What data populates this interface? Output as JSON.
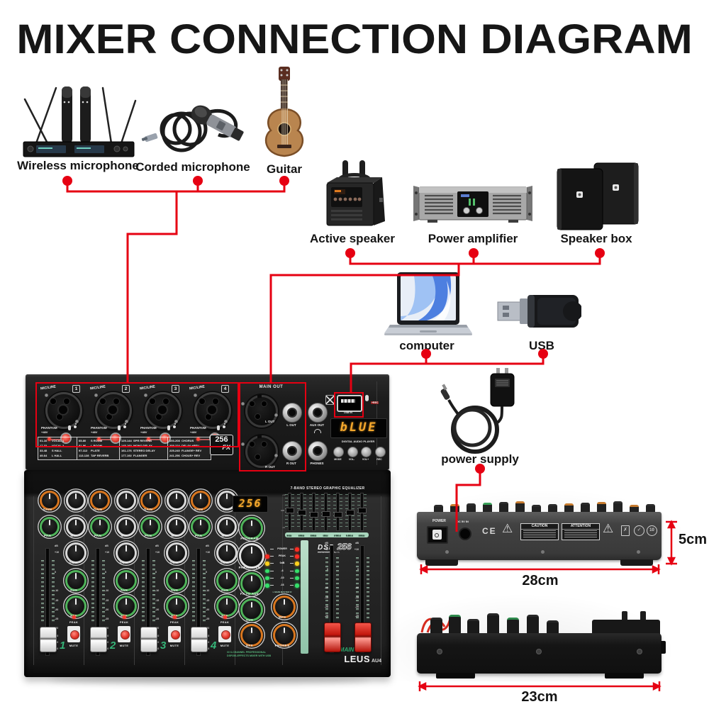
{
  "title": "MIXER CONNECTION DIAGRAM",
  "colors": {
    "wire_red": "#e60012",
    "display_amber": "#f6a82c",
    "knob_orange": "#d8761f",
    "knob_green": "#4fb35a",
    "knob_silver": "#d8d8d8",
    "mint": "#a9d6bd",
    "channel_number_green": "#35b478"
  },
  "devices": {
    "wireless_mic": {
      "label": "Wireless microphone"
    },
    "corded_mic": {
      "label": "Corded microphone"
    },
    "guitar": {
      "label": "Guitar"
    },
    "active_speaker": {
      "label": "Active speaker"
    },
    "power_amplifier": {
      "label": "Power amplifier"
    },
    "speaker_box": {
      "label": "Speaker box"
    },
    "computer": {
      "label": "computer"
    },
    "usb": {
      "label": "USB"
    },
    "power_supply": {
      "label": "power supply"
    }
  },
  "mixer": {
    "top": {
      "mic_line_label": "MIC/LINE",
      "channel_numbers": [
        "1",
        "2",
        "3",
        "4"
      ],
      "phantom_label": "PHANTOM",
      "phantom_voltage": "+48V",
      "fx_table": [
        [
          [
            "01-16",
            "VOCAL 1"
          ],
          [
            "17-32",
            "VOCAL 2"
          ],
          [
            "33-48",
            "S HALL"
          ],
          [
            "49-64",
            "L HALL"
          ]
        ],
        [
          [
            "65-80",
            "S ROOM"
          ],
          [
            "81-96",
            "L ROOM"
          ],
          [
            "97-112",
            "PLATE"
          ],
          [
            "113-128",
            "TAP REVERB"
          ]
        ],
        [
          [
            "129-144",
            "SPR REVERB"
          ],
          [
            "145-160",
            "MONO DELAY"
          ],
          [
            "161-176",
            "STEREO DELAY"
          ],
          [
            "177-192",
            "FLANGER"
          ]
        ],
        [
          [
            "193-208",
            "CHORUS"
          ],
          [
            "209-224",
            "DELAY +REV"
          ],
          [
            "225-240",
            "FLANGE+ REV"
          ],
          [
            "241-256",
            "CHOUS+ REV"
          ]
        ]
      ],
      "fx_badge_number": "256",
      "fx_badge_label": "FX",
      "main_out_label": "MAIN OUT",
      "xlr_left_label": "L OUT",
      "xlr_right_label": "R OUT",
      "jack_left_label": "L OUT",
      "jack_right_label": "R OUT",
      "aux_out_label": "AUX OUT",
      "phones_label": "PHONES",
      "usb_in_label": "USB IN",
      "rec_label": "+REC",
      "display_text": "bLUE",
      "player_label": "DIGITAL AUDIO PLAYER",
      "player_buttons": [
        "MODE",
        "VOL-",
        "VOL+",
        "REC"
      ]
    },
    "front": {
      "display_text": "256",
      "knob_labels": {
        "gain": "GAIN",
        "hi": "HI",
        "pan": "PAN",
        "mid": "MID",
        "low": "LOW",
        "aux": "AUX",
        "eff": "EFF"
      },
      "peak_label": "PEAK",
      "mute_label": "MUTE",
      "db_label": "dB",
      "fader_scale": [
        "+10",
        "0",
        "-10",
        "-15",
        "-20",
        "-25",
        "-30",
        "-40",
        "-50",
        "-60"
      ],
      "channel_numbers": [
        "1",
        "2",
        "3",
        "4"
      ],
      "center": {
        "program": "PROGRAM",
        "parameter": "PARAMETER",
        "fx_to_aux": "FX TO AUX",
        "aux": "AUX",
        "efx": "EFX",
        "footer_line1": "6-CHANNEL PROFESSIONAL",
        "footer_line2": "DSP256-EFFECTS MIXER WITH USB"
      },
      "eq": {
        "title": "7-BAND STEREO GRAPHIC EQUALIZER",
        "freqs": [
          "63Hz",
          "160Hz",
          "400Hz",
          "1KHz",
          "2.5KHz",
          "6.3KHz",
          "16KHz"
        ],
        "scale": [
          "+12",
          "0dB",
          "-12"
        ]
      },
      "dsp_logo": {
        "name": "DSP",
        "sub": "DIGITAL MULTI-EFFECTS",
        "number": "256"
      },
      "meter": {
        "rows": [
          {
            "label": "POWER",
            "color": "#ff2d23",
            "left_led": false
          },
          {
            "label": "PEAK",
            "color": "#ff2d23",
            "left_led": true
          },
          {
            "label": "0dB",
            "color": "#ffd21e",
            "left_led": true
          },
          {
            "label": "-6",
            "color": "#35e06a",
            "left_led": true
          },
          {
            "label": "-10",
            "color": "#35e06a",
            "left_led": true
          },
          {
            "label": "-16",
            "color": "#35e06a",
            "left_led": true
          }
        ],
        "master_label": "L  MAIN MASTER  R"
      },
      "master_knobs": {
        "mp3": "MP3",
        "phones": "PHONES"
      },
      "main_label": "MAIN",
      "brand": "LEUS",
      "model": "AU4"
    }
  },
  "rear_view": {
    "power_label": "POWER",
    "dc_label": "DC 5V IN",
    "ce": "CE",
    "caution": "CAUTION",
    "attention": "ATTENTION"
  },
  "dimensions": {
    "width": "28cm",
    "height": "5cm",
    "depth": "23cm"
  }
}
